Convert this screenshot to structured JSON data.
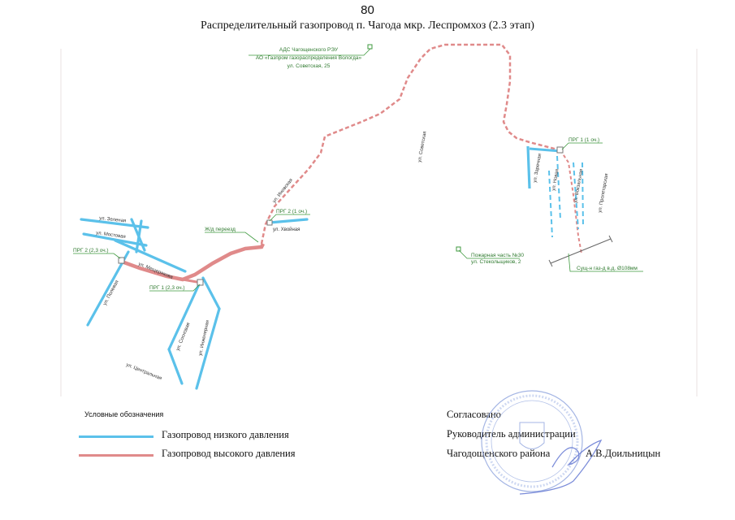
{
  "page_number": "80",
  "title": "Распределительный газопровод п. Чагода мкр. Леспромхоз (2.3 этап)",
  "colors": {
    "low_pressure": "#5bc1ea",
    "high_pressure": "#e08a8a",
    "label_green": "#3f9a3f"
  },
  "map": {
    "callouts": {
      "ads_line1": "АДС Чагощенского РЭУ",
      "ads_line2": "АО «Газпром газораспределения Вологда»",
      "ads_line3": "ул. Советская, 25",
      "prg1_1": "ПРГ 1 (1 оч.)",
      "prg2_1": "ПРГ 2 (1 оч.)",
      "prg2_23": "ПРГ 2 (2,3 оч.)",
      "prg1_23": "ПРГ 1 (2,3 оч.)",
      "rail": "Ж/д переезд",
      "fire_line1": "Пожарная часть №30",
      "fire_line2": "ул. Стекольщиков, 2",
      "existing": "Сущ-н газ-д в.д. Ø108мм"
    },
    "streets": {
      "sovetskaya": "ул. Советская",
      "zarechnaya": "ул. Заречная",
      "novaya": "ул. Новая",
      "vokzalnaya": "ул. Вокзальная",
      "proletarskaya": "ул. Пролетарская",
      "inovskaya": "ул. Иновская",
      "hvoynaya": "ул. Хвойная",
      "zelenaya": "ул. Зеленая",
      "mostovaya": "ул. Мостовая",
      "meshcheryakova": "ул. Мещерякова",
      "polevaya": "ул. Полевая",
      "sosnovaya": "ул. Сосновая",
      "inzhenernaya": "ул. Инженерная",
      "tsentralnaya": "ул. Центральная"
    }
  },
  "legend": {
    "title": "Условные обозначения",
    "low": "Газопровод низкого давления",
    "high": "Газопровод высокого давления"
  },
  "approval": {
    "line1": "Согласовано",
    "line2": "Руководитель администрации",
    "line3": "Чагодощенского района",
    "name": "А.В.Доильницын"
  }
}
